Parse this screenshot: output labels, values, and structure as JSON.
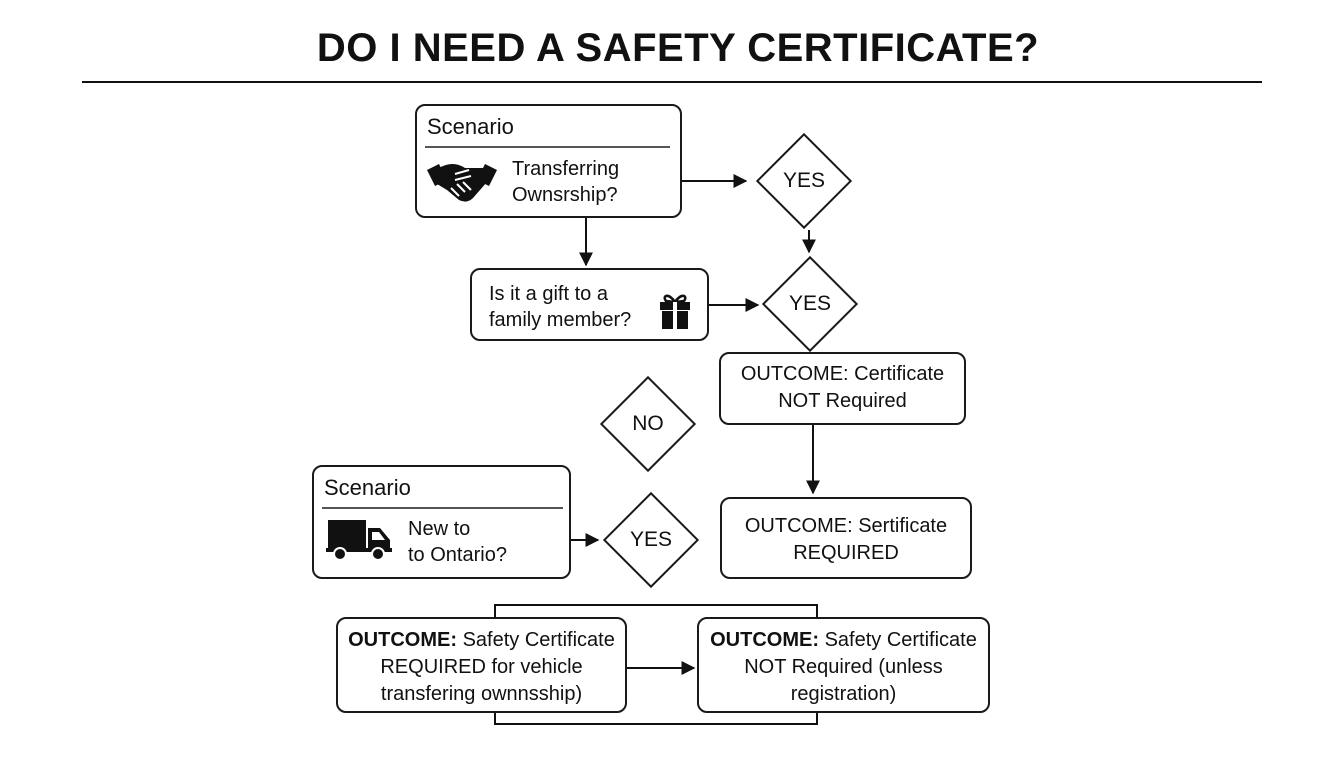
{
  "title": "DO I NEED A SAFETY CERTIFICATE?",
  "scenario1": {
    "header": "Scenario",
    "icon": "handshake-icon",
    "question_line1": "Transferring",
    "question_line2": "Ownsrship?"
  },
  "gift_question": {
    "line1": "Is it a gift to a",
    "line2": "family member?",
    "icon": "gift-icon"
  },
  "decisions": {
    "yes_top": "YES",
    "yes_gift": "YES",
    "no_mid": "NO",
    "yes_new": "YES"
  },
  "outcome_not_required": {
    "line1": "OUTCOME: Certificate",
    "line2": "NOT Required"
  },
  "outcome_required": {
    "line1": "OUTCOME: Sertificate",
    "line2": "REQUIRED"
  },
  "scenario2": {
    "header": "Scenario",
    "icon": "truck-icon",
    "question_line1": "New to",
    "question_line2": "to Ontario?"
  },
  "outcome_bottom_left": {
    "label": "OUTCOME:",
    "line1_rest": " Safety Certificate",
    "line2": "REQUIRED for vehicle",
    "line3": "transfering ownnsship)"
  },
  "outcome_bottom_right": {
    "label": "OUTCOME:",
    "line1_rest": " Safety Certificate",
    "line2": "NOT Required (unless",
    "line3": "registration)"
  }
}
